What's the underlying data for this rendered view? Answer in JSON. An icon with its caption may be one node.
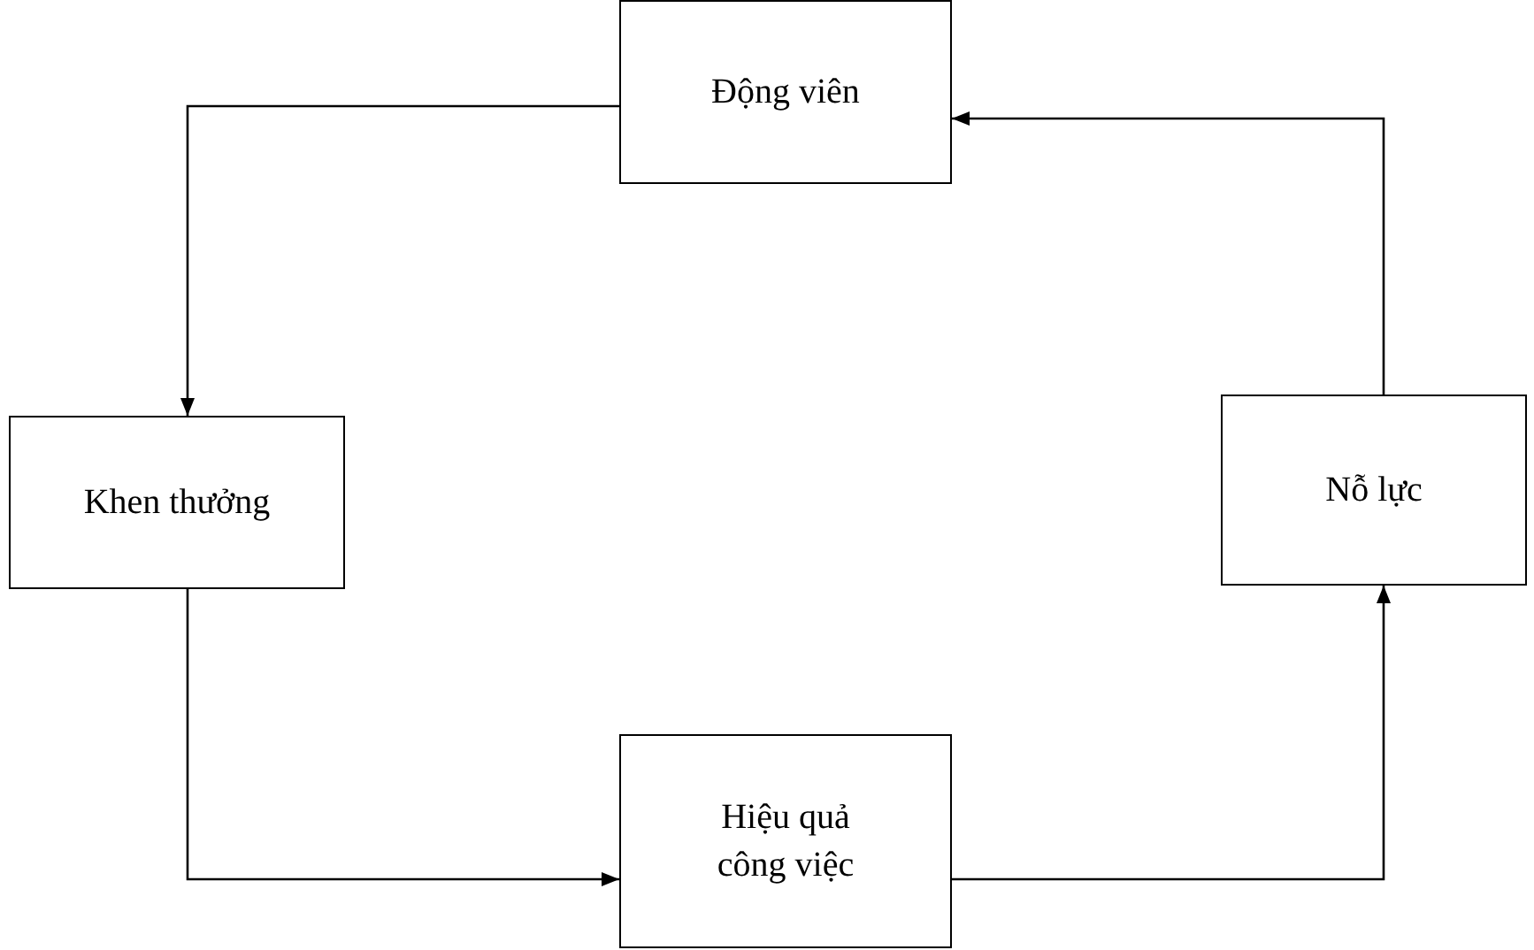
{
  "diagram": {
    "nodes": [
      {
        "text": [
          "Động viên"
        ]
      },
      {
        "text": [
          "Khen thưởng"
        ]
      },
      {
        "text": [
          "Hiệu quả công việc"
        ]
      },
      {
        "text": [
          "Nỗ lực"
        ]
      }
    ],
    "edges": [
      {
        "from": 0,
        "to": 1,
        "arrow": "to"
      },
      {
        "from": 1,
        "to": 2,
        "arrow": "to"
      },
      {
        "from": 2,
        "to": 3,
        "arrow": "to"
      },
      {
        "from": 3,
        "to": 0,
        "arrow": "to"
      }
    ]
  }
}
